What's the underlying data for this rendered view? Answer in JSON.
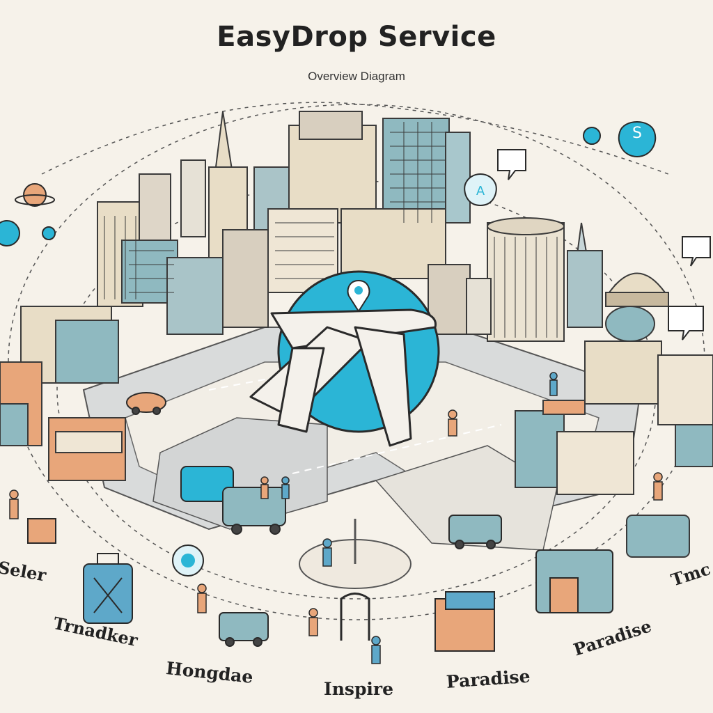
{
  "header": {
    "title": "EasyDrop Service",
    "subtitle": "Overview Diagram"
  },
  "labels": {
    "left_edge": "Seler",
    "right_edge": "Tmc",
    "transfer": "Trnadker",
    "hongdae": "Hongdae",
    "inspire": "Inspire",
    "paradise_bottom": "Paradise",
    "paradise_right": "Paradise"
  },
  "colors": {
    "accent": "#2bb5d6",
    "ink": "#2a2a2a",
    "background": "#f6f2ea",
    "road": "#d3d5d5",
    "building_teal": "#8fb9c0",
    "building_beige": "#e8ddc6",
    "building_orange": "#e8a67a"
  },
  "icons": {
    "center": "location-pin-icon",
    "hub": "airplane-icon",
    "markers": [
      "location-pin-icon",
      "dollar-pin-icon",
      "a-pin-icon",
      "chat-bubble-icon",
      "suitcase-icon",
      "delivery-van-icon",
      "bus-icon",
      "planet-icon"
    ]
  }
}
